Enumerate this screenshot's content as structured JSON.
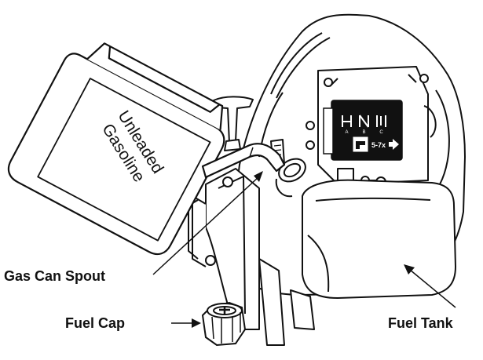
{
  "can": {
    "line1": "Unleaded",
    "line2": "Gasoline"
  },
  "callouts": {
    "spout": "Gas Can Spout",
    "cap": "Fuel Cap",
    "tank": "Fuel Tank"
  },
  "choke_panel": {
    "positions": [
      "A",
      "B",
      "C"
    ],
    "primer_text": "5-7x"
  }
}
